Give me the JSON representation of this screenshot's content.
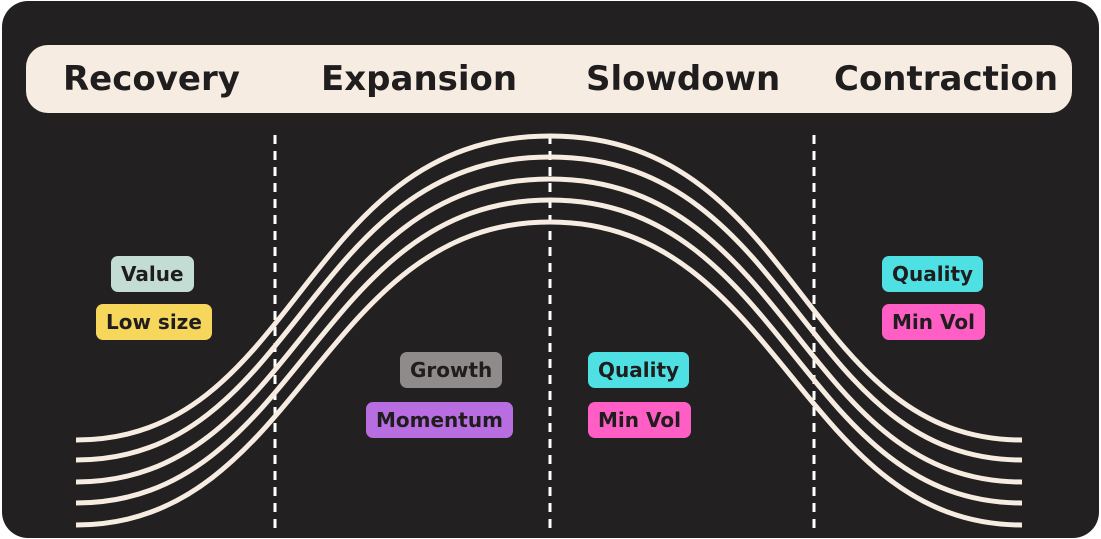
{
  "phases": [
    {
      "label": "Recovery"
    },
    {
      "label": "Expansion"
    },
    {
      "label": "Slowdown"
    },
    {
      "label": "Contraction"
    }
  ],
  "factor_tags": {
    "recovery": [
      {
        "label": "Value",
        "color": "#c4ddd4"
      },
      {
        "label": "Low size",
        "color": "#f7d65c"
      }
    ],
    "expansion": [
      {
        "label": "Growth",
        "color": "#8f8b8b"
      },
      {
        "label": "Momentum",
        "color": "#b86ee0"
      }
    ],
    "slowdown": [
      {
        "label": "Quality",
        "color": "#4fe0e4"
      },
      {
        "label": "Min Vol",
        "color": "#ff5ec4"
      }
    ],
    "contraction": [
      {
        "label": "Quality",
        "color": "#4fe0e4"
      },
      {
        "label": "Min Vol",
        "color": "#ff5ec4"
      }
    ]
  },
  "colors": {
    "background": "#222020",
    "header": "#f7ece2",
    "curve": "#f7ece2",
    "divider": "#ffffff"
  }
}
